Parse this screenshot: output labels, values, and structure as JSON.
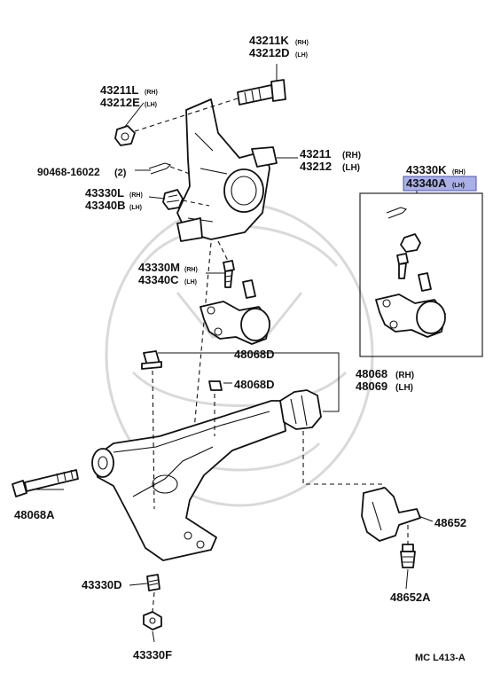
{
  "labels": {
    "p43211K": "43211K",
    "p43211K_rh": "(RH)",
    "p43212D": "43212D",
    "p43212D_lh": "(LH)",
    "p43211L": "43211L",
    "p43211L_rh": "(RH)",
    "p43212E": "43212E",
    "p43212E_lh": "(LH)",
    "p43211": "43211",
    "p43211_rh": "(RH)",
    "p43212": "43212",
    "p43212_lh": "(LH)",
    "p90468": "90468-16022",
    "p90468_qty": "(2)",
    "p43330L": "43330L",
    "p43330L_rh": "(RH)",
    "p43340B": "43340B",
    "p43340B_lh": "(LH)",
    "p43330K": "43330K",
    "p43330K_rh": "(RH)",
    "p43340A": "43340A",
    "p43340A_lh": "(LH)",
    "p43330M": "43330M",
    "p43330M_rh": "(RH)",
    "p43340C": "43340C",
    "p43340C_lh": "(LH)",
    "p48068D_a": "48068D",
    "p48068D_b": "48068D",
    "p48068": "48068",
    "p48068_rh": "(RH)",
    "p48069": "48069",
    "p48069_lh": "(LH)",
    "p48068A": "48068A",
    "p48652": "48652",
    "p43330D": "43330D",
    "p48652A": "48652A",
    "p43330F": "43330F",
    "ref": "MC L413-A"
  },
  "colors": {
    "highlight_fill": "#aab0e6",
    "highlight_stroke": "#4a55b0",
    "line": "#111111",
    "watermark": "#d9d9d9"
  }
}
